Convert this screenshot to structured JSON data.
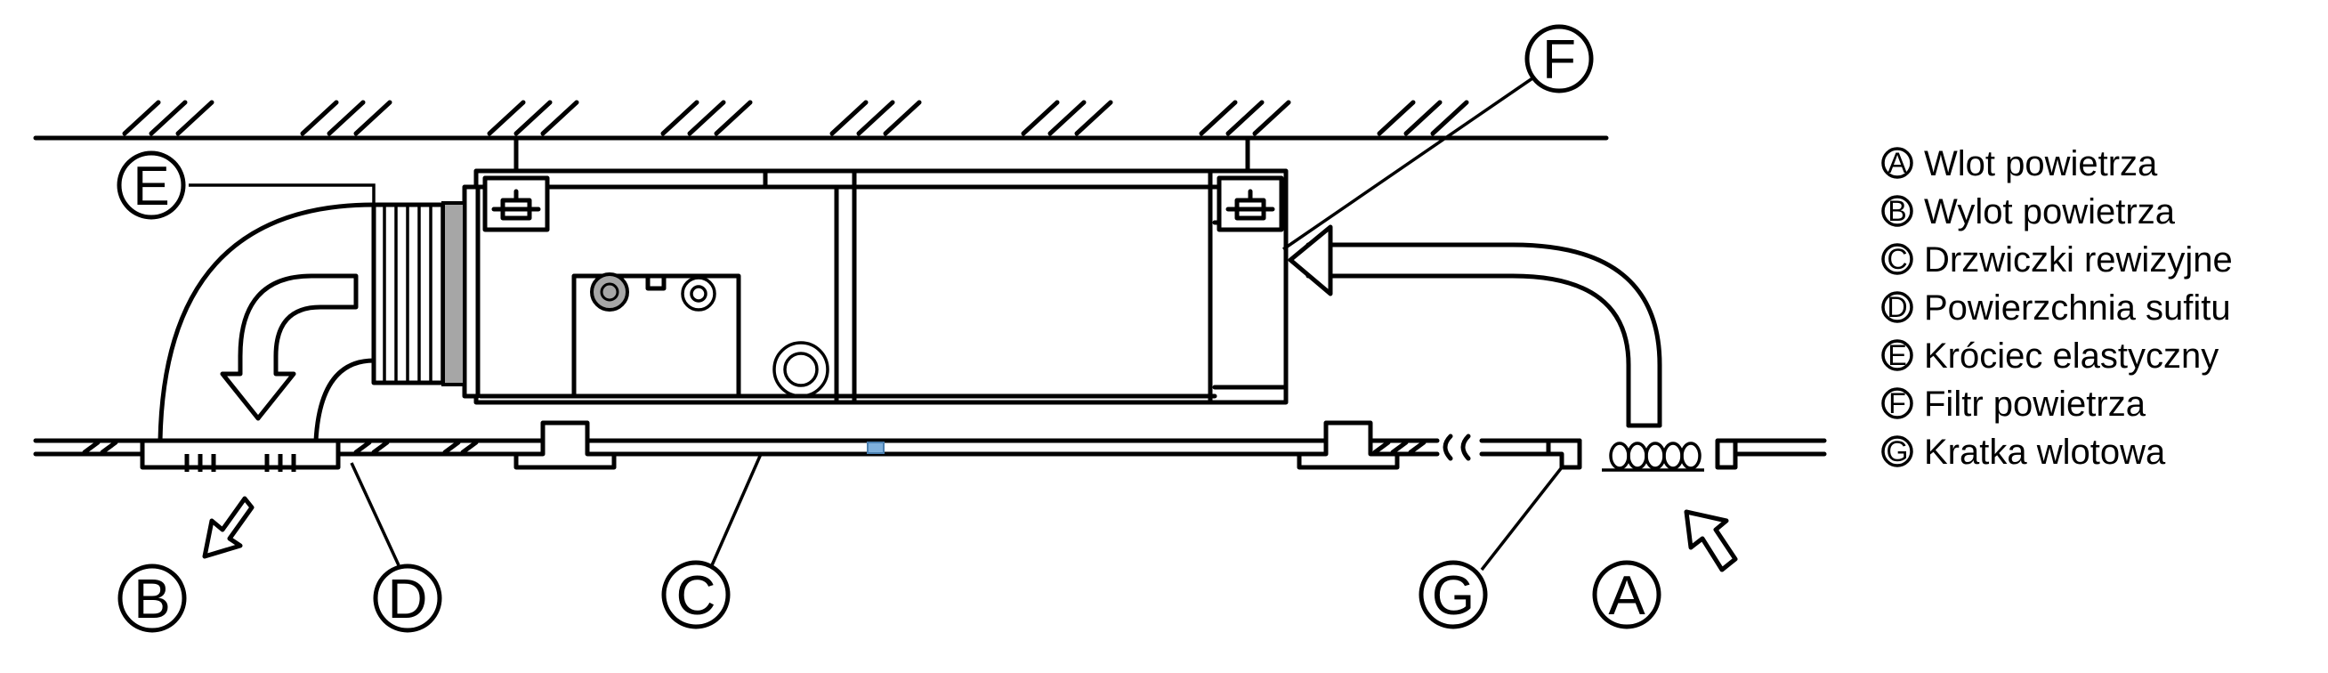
{
  "callouts": {
    "a": "A",
    "b": "B",
    "c": "C",
    "d": "D",
    "e": "E",
    "f": "F",
    "g": "G"
  },
  "legend": [
    {
      "symbol": "A",
      "text": "Wlot powietrza"
    },
    {
      "symbol": "B",
      "text": "Wylot powietrza"
    },
    {
      "symbol": "C",
      "text": "Drzwiczki rewizyjne"
    },
    {
      "symbol": "D",
      "text": "Powierzchnia sufitu"
    },
    {
      "symbol": "E",
      "text": "Króciec elastyczny"
    },
    {
      "symbol": "F",
      "text": "Filtr powietrza"
    },
    {
      "symbol": "G",
      "text": "Kratka wlotowa"
    }
  ],
  "colors": {
    "line": "#000000",
    "background": "#ffffff",
    "motor_gray": "#a6a6a6",
    "marker_blue": "#7fb0dc"
  }
}
